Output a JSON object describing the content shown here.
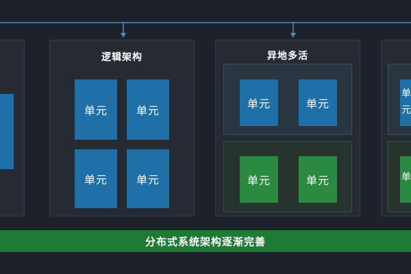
{
  "panels": {
    "logical": {
      "title": "逻辑架构",
      "units": [
        "单元",
        "单元",
        "单元",
        "单元"
      ]
    },
    "multi_active": {
      "title": "异地多活",
      "blue_units": [
        "单元",
        "单元"
      ],
      "green_units": [
        "单元",
        "单元"
      ]
    },
    "right_partial": {
      "glyphs": [
        "单",
        "元",
        "单"
      ]
    }
  },
  "footer": {
    "label": "分布式系统架构逐渐完善"
  },
  "colors": {
    "background": "#1d2129",
    "panel": "#252a33",
    "unit_blue": "#1f6fa8",
    "unit_green": "#2a8a3f",
    "connector": "#4a90c8",
    "footer": "#1f7a36"
  }
}
